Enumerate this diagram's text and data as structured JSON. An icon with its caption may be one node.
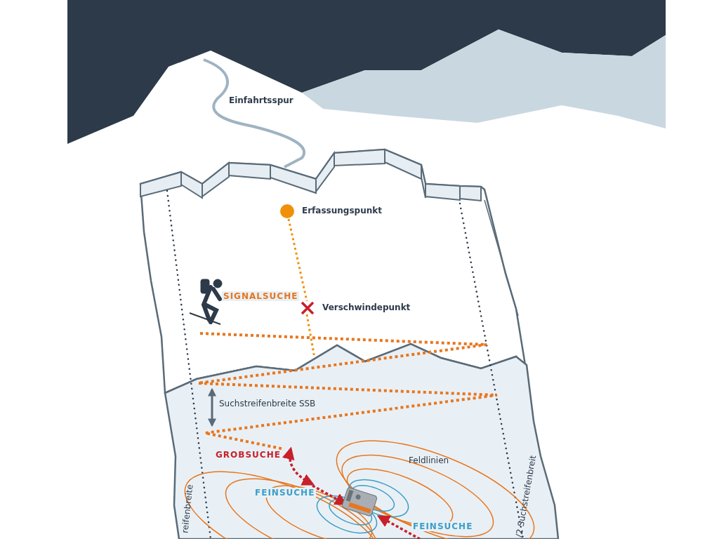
{
  "diagram": {
    "nodes": [
      {
        "text": [],
        "shape": "circle",
        "beside": [
          "Erfassungspunkt"
        ]
      },
      {
        "text": [],
        "shape": "cross",
        "beside": [
          "Verschwindepunkt"
        ]
      }
    ],
    "edges": [
      {
        "from": 0,
        "to": 1,
        "arrow": "none",
        "style": "dashed",
        "color": "#f0900a"
      }
    ],
    "labels": [
      "Einfahrtsspur",
      "SIGNALSUCHE",
      "Suchstreifenbreite  SSB",
      "GROBSUCHE",
      "Feldlinien",
      "FEINSUCHE",
      "reifenbreite",
      "/2 Suchstreifenbreit",
      "FEINSUCHE"
    ]
  }
}
